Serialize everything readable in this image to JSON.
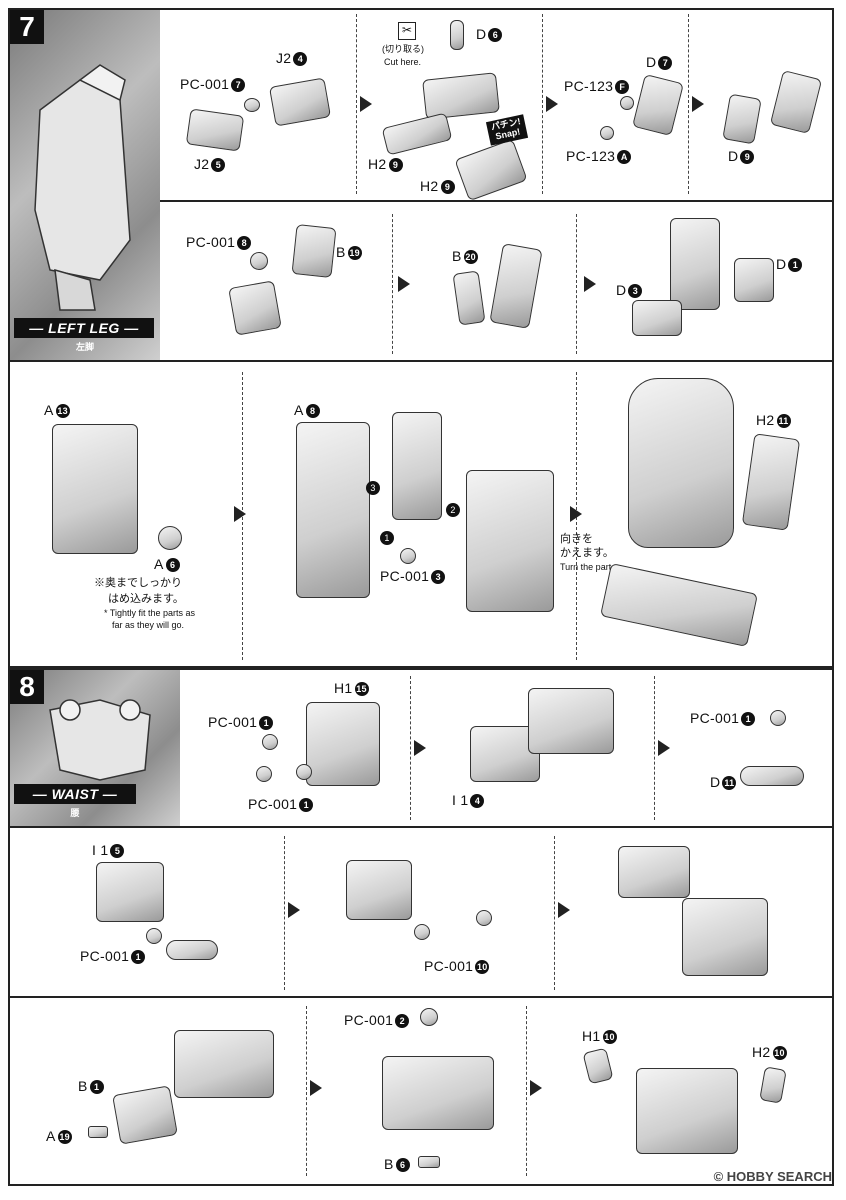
{
  "step7": {
    "number": "7",
    "section_label": "— LEFT LEG —",
    "section_sub": "左脚",
    "row1": {
      "p1": {
        "pc001": "PC-001",
        "pc001_n": "7",
        "j2a": "J2",
        "j2a_n": "4",
        "j2b": "J2",
        "j2b_n": "5"
      },
      "p2": {
        "cut_jp": "(切り取る)",
        "cut_en": "Cut here.",
        "d": "D",
        "d_n": "6",
        "snap_jp": "パチン!",
        "snap_en": "Snap!",
        "h2a": "H2",
        "h2a_n": "9",
        "h2b": "H2",
        "h2b_n": "9"
      },
      "p3": {
        "pc123f": "PC-123",
        "pc123f_n": "F",
        "d7": "D",
        "d7_n": "7",
        "pc123a": "PC-123",
        "pc123a_n": "A"
      },
      "p4": {
        "d9": "D",
        "d9_n": "9"
      }
    },
    "row2": {
      "p1": {
        "pc001": "PC-001",
        "pc001_n": "8",
        "b": "B",
        "b_n": "19"
      },
      "p2": {
        "b": "B",
        "b_n": "20"
      },
      "p3": {
        "d3": "D",
        "d3_n": "3",
        "d1": "D",
        "d1_n": "1"
      }
    },
    "row3": {
      "p1": {
        "a13": "A",
        "a13_n": "13",
        "a6": "A",
        "a6_n": "6",
        "note_jp_1": "※奥までしっかり",
        "note_jp_2": "はめ込みます。",
        "note_en_1": "* Tightly fit the parts as",
        "note_en_2": "far as they will go."
      },
      "p2": {
        "a8": "A",
        "a8_n": "8",
        "pc001": "PC-001",
        "pc001_n": "3",
        "s1": "1",
        "s2": "2",
        "s3": "3"
      },
      "p3": {
        "turn_jp_1": "向きを",
        "turn_jp_2": "かえます。",
        "turn_en": "Turn the part.",
        "h2": "H2",
        "h2_n": "11"
      }
    }
  },
  "step8": {
    "number": "8",
    "section_label": "— WAIST —",
    "section_sub": "腰",
    "row1": {
      "p1": {
        "pc001a": "PC-001",
        "pc001a_n": "1",
        "h1": "H1",
        "h1_n": "15",
        "pc001b": "PC-001",
        "pc001b_n": "1"
      },
      "p2": {
        "i1": "I 1",
        "i1_n": "4"
      },
      "p3": {
        "pc001": "PC-001",
        "pc001_n": "1",
        "d": "D",
        "d_n": "11"
      }
    },
    "row2": {
      "p1": {
        "i1": "I 1",
        "i1_n": "5",
        "pc001": "PC-001",
        "pc001_n": "1"
      },
      "p2": {
        "pc001": "PC-001",
        "pc001_n": "10"
      }
    },
    "row3": {
      "p1": {
        "b": "B",
        "b_n": "1",
        "a": "A",
        "a_n": "19"
      },
      "p2": {
        "pc001": "PC-001",
        "pc001_n": "2",
        "b": "B",
        "b_n": "6"
      },
      "p3": {
        "h1": "H1",
        "h1_n": "10",
        "h2": "H2",
        "h2_n": "10"
      }
    }
  },
  "footer": "© HOBBY SEARCH",
  "colors": {
    "ink": "#111111",
    "part_light": "#f0f0f0",
    "part_mid": "#cfcfcf",
    "part_dark": "#9a9a9a"
  }
}
